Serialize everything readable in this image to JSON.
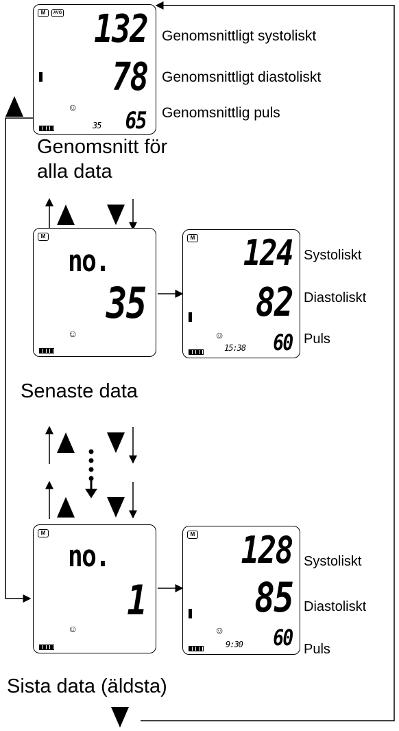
{
  "average": {
    "systolic": "132",
    "diastolic": "78",
    "count": "35",
    "pulse": "65",
    "systolic_label": "Genomsnittligt systoliskt",
    "diastolic_label": "Genomsnittligt diastoliskt",
    "pulse_label": "Genomsnittlig puls",
    "mem_icon": "M",
    "avg_icon": "AVG",
    "caption_line1": "Genomsnitt för",
    "caption_line2": "alla data"
  },
  "latest": {
    "no_text": "no.",
    "number": "35",
    "systolic": "124",
    "diastolic": "82",
    "time": "15:38",
    "pulse": "60",
    "systolic_label": "Systoliskt",
    "diastolic_label": "Diastoliskt",
    "pulse_label": "Puls",
    "caption": "Senaste data"
  },
  "oldest": {
    "no_text": "no.",
    "number": "1",
    "systolic": "128",
    "diastolic": "85",
    "time": "9:30",
    "pulse": "60",
    "systolic_label": "Systoliskt",
    "diastolic_label": "Diastoliskt",
    "pulse_label": "Puls",
    "caption": "Sista data (äldsta)"
  },
  "icons": {
    "memory": "M",
    "person": "person-icon",
    "battery": "battery-icon",
    "heart": "heart-icon",
    "up_arrow": "up-triangle-icon",
    "down_arrow": "down-triangle-icon"
  }
}
